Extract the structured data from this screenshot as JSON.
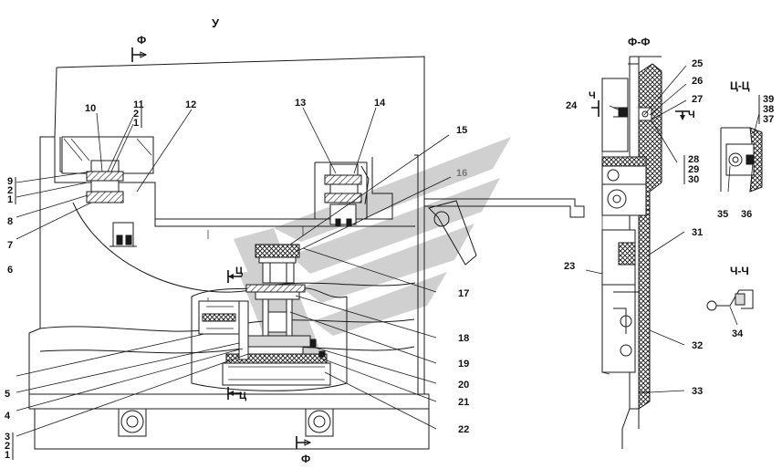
{
  "view_labels": {
    "view_u": "У",
    "section_f_top": "Ф",
    "section_f_bottom": "Ф",
    "section_ff": "Ф-Ф",
    "section_ts_arrow": "Ц",
    "section_ts_arrow_bottom": "Ц",
    "section_tsts": "Ц-Ц",
    "section_ch_arrow_left": "Ч",
    "section_ch_arrow_right": "Ч",
    "section_chch": "Ч-Ч"
  },
  "callouts": {
    "c1": "1",
    "c2": "2",
    "c3": "3",
    "c4": "4",
    "c5": "5",
    "c6": "6",
    "c7": "7",
    "c8": "8",
    "c9": "9",
    "c10": "10",
    "c11": "11",
    "c12": "12",
    "c13": "13",
    "c14": "14",
    "c15": "15",
    "c16": "16",
    "c17": "17",
    "c18": "18",
    "c19": "19",
    "c20": "20",
    "c21": "21",
    "c22": "22",
    "c23": "23",
    "c24": "24",
    "c25": "25",
    "c26": "26",
    "c27": "27",
    "c28": "28",
    "c29": "29",
    "c30": "30",
    "c31": "31",
    "c32": "32",
    "c33": "33",
    "c34": "34",
    "c35": "35",
    "c36": "36",
    "c37": "37",
    "c38": "38",
    "c39": "39",
    "stack_9_2_1": [
      "9",
      "2",
      "1"
    ],
    "stack_11_2_1": [
      "11",
      "2",
      "1"
    ],
    "stack_3_2_1": [
      "3",
      "2",
      "1"
    ],
    "stack_28_29_30": [
      "28",
      "29",
      "30"
    ],
    "stack_39_38_37": [
      "39",
      "38",
      "37"
    ]
  },
  "colors": {
    "line": "#1a1a1a",
    "watermark": "#c8c8c8",
    "label_16": "#777777"
  }
}
